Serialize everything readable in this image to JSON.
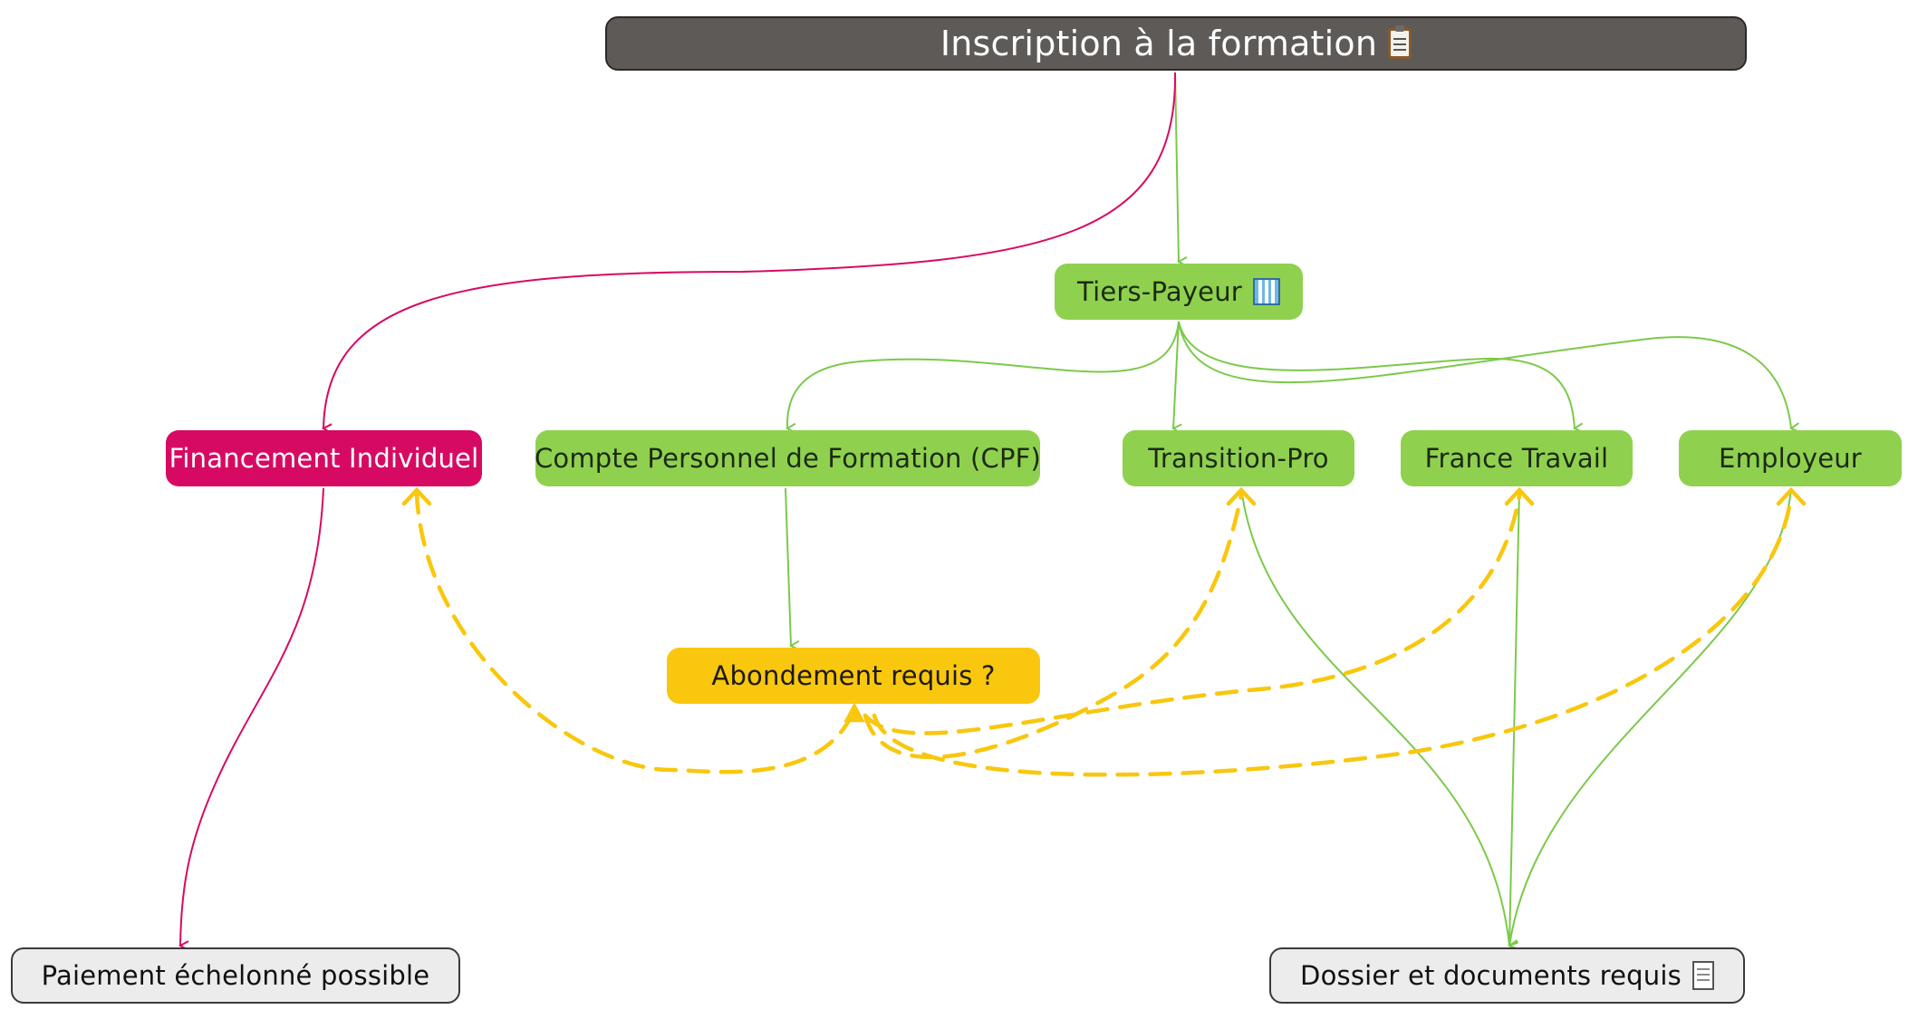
{
  "diagram": {
    "root": {
      "label": "Inscription à la formation",
      "icon": "clipboard-icon"
    },
    "tiers_payeur": {
      "label": "Tiers-Payeur",
      "icon": "office-building-icon"
    },
    "financement_individuel": {
      "label": "Financement Individuel"
    },
    "cpf": {
      "label": "Compte Personnel de Formation (CPF)"
    },
    "transition_pro": {
      "label": "Transition-Pro"
    },
    "france_travail": {
      "label": "France Travail"
    },
    "employeur": {
      "label": "Employeur"
    },
    "abondement": {
      "label": "Abondement requis ?"
    },
    "paiement": {
      "label": "Paiement échelonné possible"
    },
    "dossier": {
      "label": "Dossier et documents requis",
      "icon": "document-icon"
    }
  },
  "colors": {
    "root_bg": "#5e5a57",
    "green": "#8fd14f",
    "pink": "#d70a63",
    "yellow": "#f8c70e",
    "grey": "#ececec",
    "green_edge": "#7cc94a",
    "pink_edge": "#d70a63",
    "yellow_edge": "#f8c70e"
  }
}
